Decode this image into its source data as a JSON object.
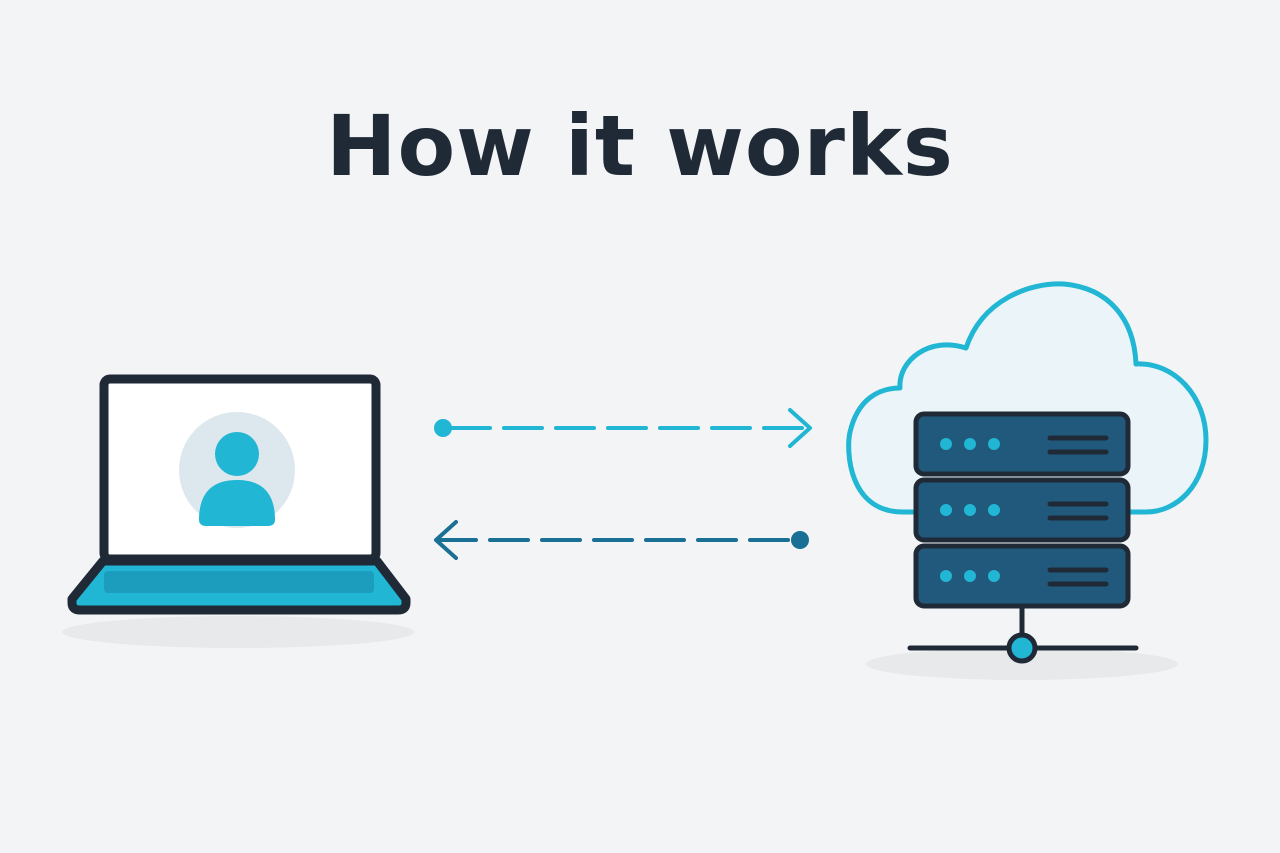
{
  "header": {
    "title": "How it works"
  },
  "diagram": {
    "nodes": [
      {
        "id": "client",
        "icon": "laptop-user-icon"
      },
      {
        "id": "server",
        "icon": "cloud-server-icon"
      }
    ],
    "edges": [
      {
        "from": "client",
        "to": "server",
        "style": "dashed",
        "icon": "arrow-right-icon"
      },
      {
        "from": "server",
        "to": "client",
        "style": "dashed",
        "icon": "arrow-left-icon"
      }
    ]
  },
  "colors": {
    "title": "#1f2a36",
    "outline": "#1f2a36",
    "accent": "#20b6d4",
    "accent_dark": "#1a6f94",
    "server_fill": "#1c5475",
    "server_front": "#21597d",
    "avatar_bg": "#dde8ee",
    "cloud_fill": "#eaf4f9",
    "shadow": "#e7e9eb",
    "background": "#f3f4f5"
  }
}
